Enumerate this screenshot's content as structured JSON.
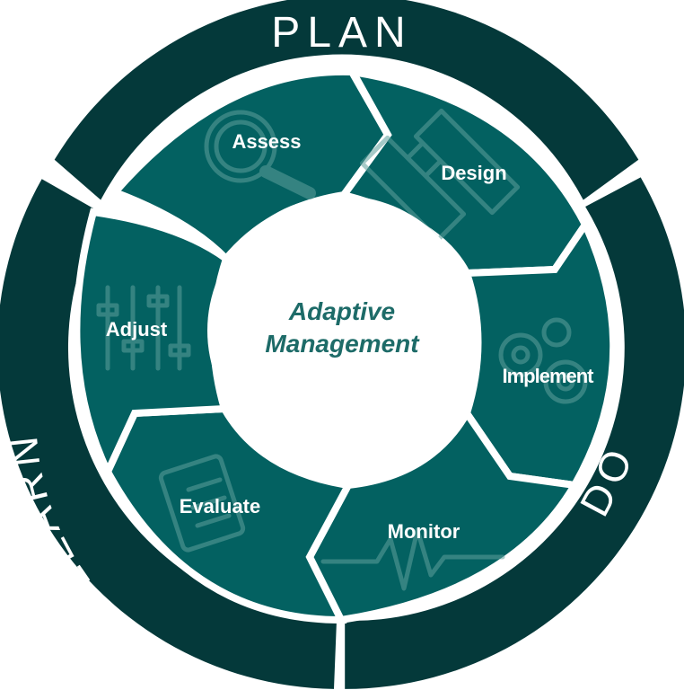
{
  "ring": {
    "plan": "PLAN",
    "do": "DO",
    "learn": "LEARN"
  },
  "center": {
    "line1": "Adaptive",
    "line2": "Management"
  },
  "segments": [
    {
      "label": "Assess",
      "icon": "magnifier-icon"
    },
    {
      "label": "Design",
      "icon": "ruler-pencil-icon"
    },
    {
      "label": "Implement",
      "icon": "gears-icon"
    },
    {
      "label": "Monitor",
      "icon": "heartbeat-icon"
    },
    {
      "label": "Evaluate",
      "icon": "clipboard-icon"
    },
    {
      "label": "Adjust",
      "icon": "sliders-icon"
    }
  ],
  "colors": {
    "ring": "#04393a",
    "segment": "#036161",
    "center_text": "#1d6b68",
    "icon": "#5fa09c",
    "background": "#ffffff"
  }
}
